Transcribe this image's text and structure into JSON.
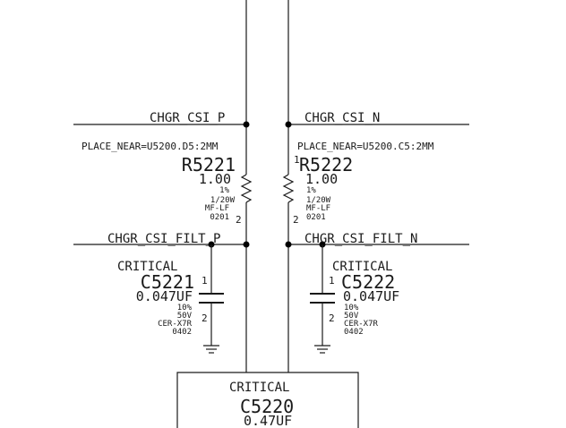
{
  "nets": {
    "csi_p": "CHGR_CSI_P",
    "csi_n": "CHGR_CSI_N",
    "filt_p": "CHGR_CSI_FILT_P",
    "filt_n": "CHGR_CSI_FILT_N"
  },
  "r5221": {
    "place": "PLACE_NEAR=U5200.D5:2MM",
    "ref": "R5221",
    "value": "1.00",
    "tol": "1%",
    "power": "1/20W",
    "type": "MF-LF",
    "pkg": "0201",
    "pin2": "2"
  },
  "r5222": {
    "place": "PLACE_NEAR=U5200.C5:2MM",
    "ref": "R5222",
    "pin1": "1",
    "value": "1.00",
    "tol": "1%",
    "power": "1/20W",
    "type": "MF-LF",
    "pkg": "0201",
    "pin2": "2"
  },
  "c5221": {
    "critical": "CRITICAL",
    "ref": "C5221",
    "value": "0.047UF",
    "tol": "10%",
    "volt": "50V",
    "diel": "CER-X7R",
    "pkg": "0402",
    "pin1": "1",
    "pin2": "2"
  },
  "c5222": {
    "critical": "CRITICAL",
    "ref": "C5222",
    "value": "0.047UF",
    "tol": "10%",
    "volt": "50V",
    "diel": "CER-X7R",
    "pkg": "0402",
    "pin1": "1",
    "pin2": "2"
  },
  "c5220": {
    "critical": "CRITICAL",
    "ref": "C5220",
    "value": "0.47UF"
  }
}
